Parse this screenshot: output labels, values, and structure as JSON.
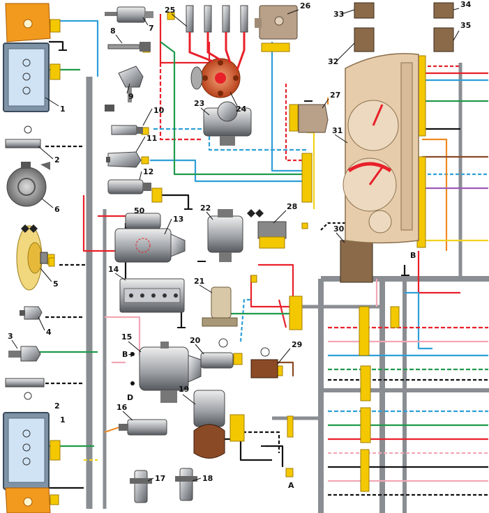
{
  "diagram": {
    "component_numbers": [
      "1",
      "2",
      "3",
      "4",
      "5",
      "6",
      "7",
      "8",
      "9",
      "10",
      "11",
      "12",
      "13",
      "14",
      "15",
      "16",
      "17",
      "18",
      "19",
      "20",
      "21",
      "22",
      "23",
      "24",
      "25",
      "26",
      "27",
      "28",
      "29",
      "30",
      "31",
      "32",
      "33",
      "34",
      "35",
      "50"
    ],
    "terminal_labels": {
      "b_plus": "B+",
      "d": "D",
      "a": "A",
      "b": "B"
    }
  },
  "colors": {
    "wire_red": "#e8202a",
    "wire_blue": "#2e9fd8",
    "wire_green": "#1f9a4a",
    "wire_black": "#111111",
    "wire_gray": "#8a8e92",
    "wire_pink": "#f2a7b5",
    "wire_yellow": "#f2d21b",
    "wire_orange": "#f08a24",
    "wire_brown": "#8b4a26",
    "wire_violet": "#9b59b6",
    "connector": "#f4c800",
    "cluster": "#e6ccab",
    "lamp_lens": "#f29a1d",
    "headlight_glass": "#cfe3f5"
  }
}
